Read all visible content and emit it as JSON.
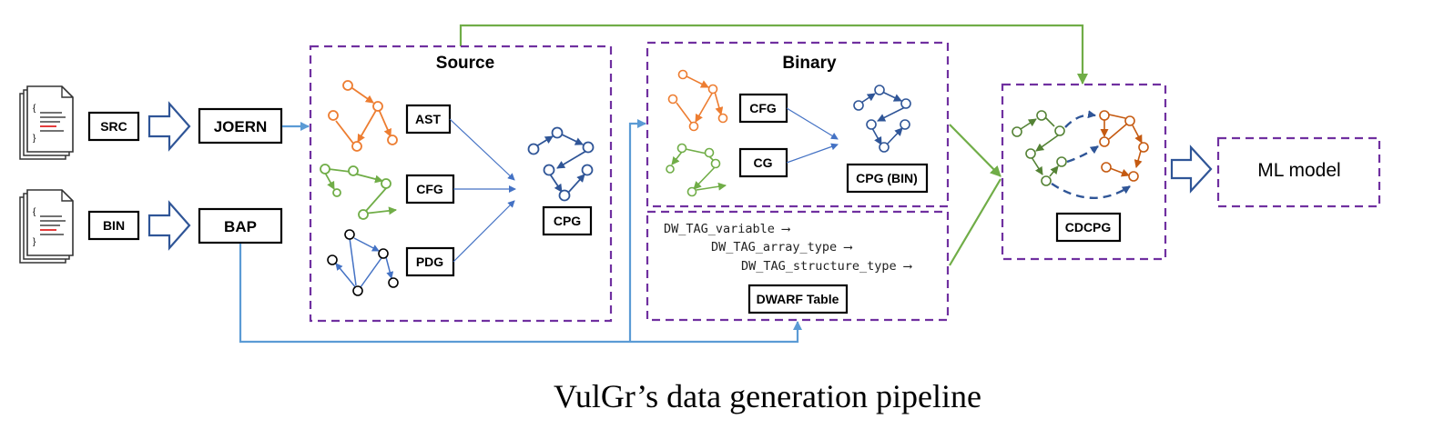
{
  "inputs": {
    "src_label": "SRC",
    "bin_label": "BIN"
  },
  "tools": {
    "joern_label": "JOERN",
    "bap_label": "BAP"
  },
  "source_panel": {
    "title": "Source",
    "ast_label": "AST",
    "cfg_label": "CFG",
    "pdg_label": "PDG",
    "cpg_label": "CPG"
  },
  "binary_panel": {
    "title": "Binary",
    "cfg_label": "CFG",
    "cg_label": "CG",
    "cpg_bin_label": "CPG (BIN)"
  },
  "dwarf_panel": {
    "tags": [
      "DW_TAG_variable ⟶",
      "DW_TAG_array_type ⟶",
      "DW_TAG_structure_type ⟶"
    ],
    "table_label": "DWARF Table"
  },
  "cdcpg_label": "CDCPG",
  "ml_model_label": "ML model",
  "caption": "VulGr’s data generation pipeline",
  "colors": {
    "blue": "#4472c4",
    "light_blue": "#5b9bd5",
    "orange": "#ed7d31",
    "green": "#70ad47",
    "purple": "#7030a0",
    "dark_blue": "#2f5597"
  }
}
